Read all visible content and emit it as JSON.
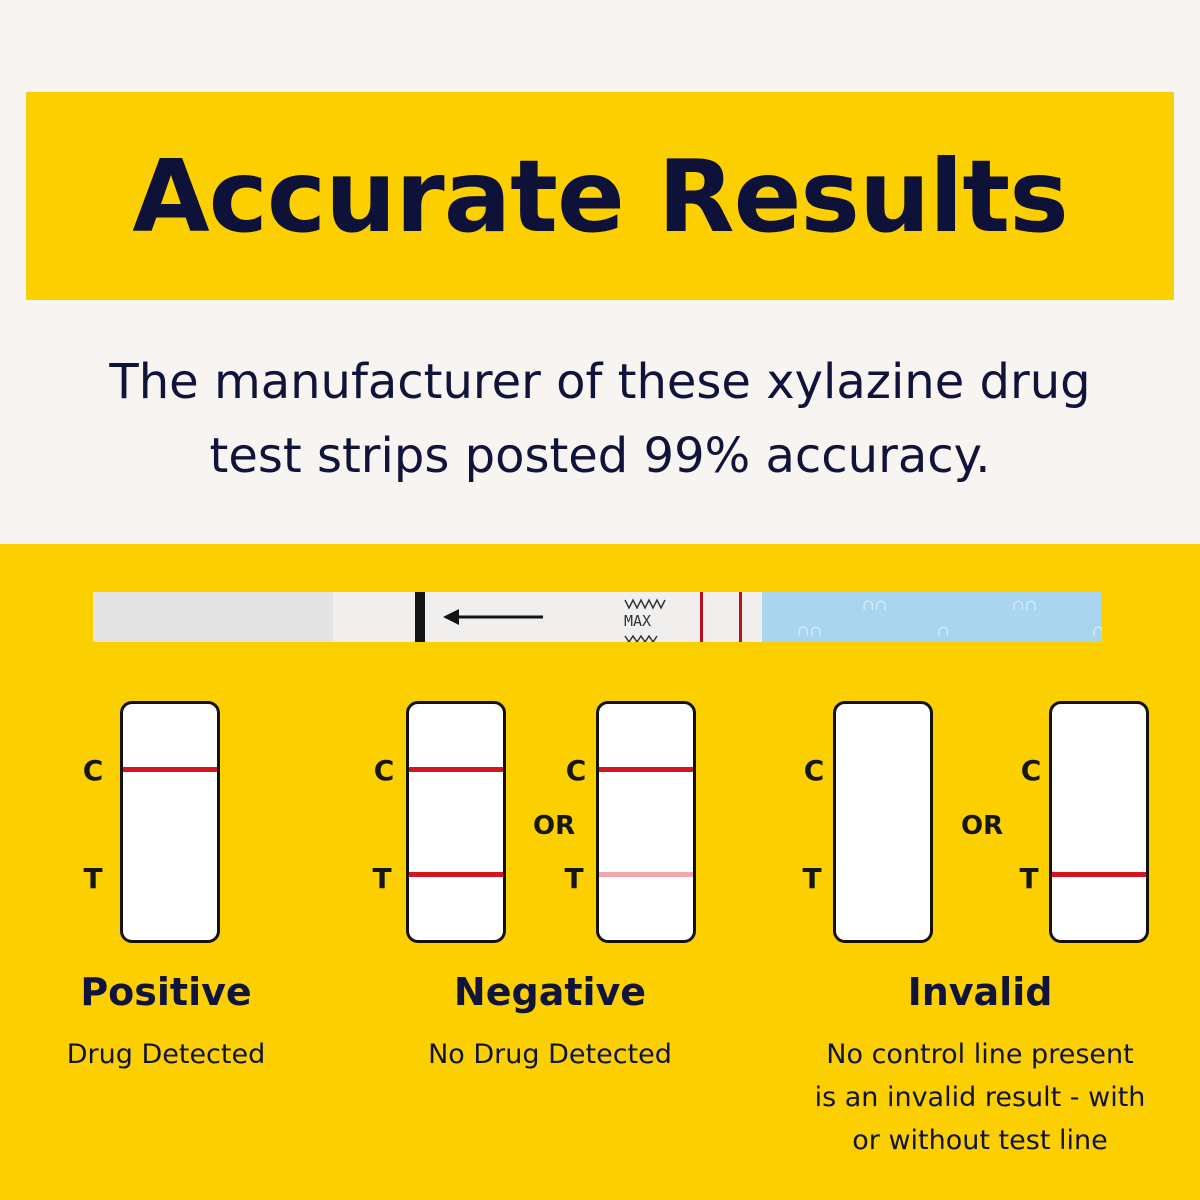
{
  "header": {
    "title": "Accurate Results",
    "subtitle_line1": "The manufacturer of these xylazine drug",
    "subtitle_line2": "test strips posted 99% accuracy."
  },
  "strip_image": {
    "printed_code": "MAX"
  },
  "legend": {
    "control_letter": "C",
    "test_letter": "T",
    "or_label": "OR"
  },
  "results": {
    "positive": {
      "title": "Positive",
      "description": "Drug Detected"
    },
    "negative": {
      "title": "Negative",
      "description": "No Drug Detected"
    },
    "invalid": {
      "title": "Invalid",
      "description_line1": "No control line present",
      "description_line2": "is an invalid result - with",
      "description_line3": "or without test line"
    }
  },
  "colors": {
    "brand_yellow": "#fccf00",
    "navy": "#10143a",
    "line_red": "#d6141f",
    "faint_line_red": "#f3a6ae"
  }
}
